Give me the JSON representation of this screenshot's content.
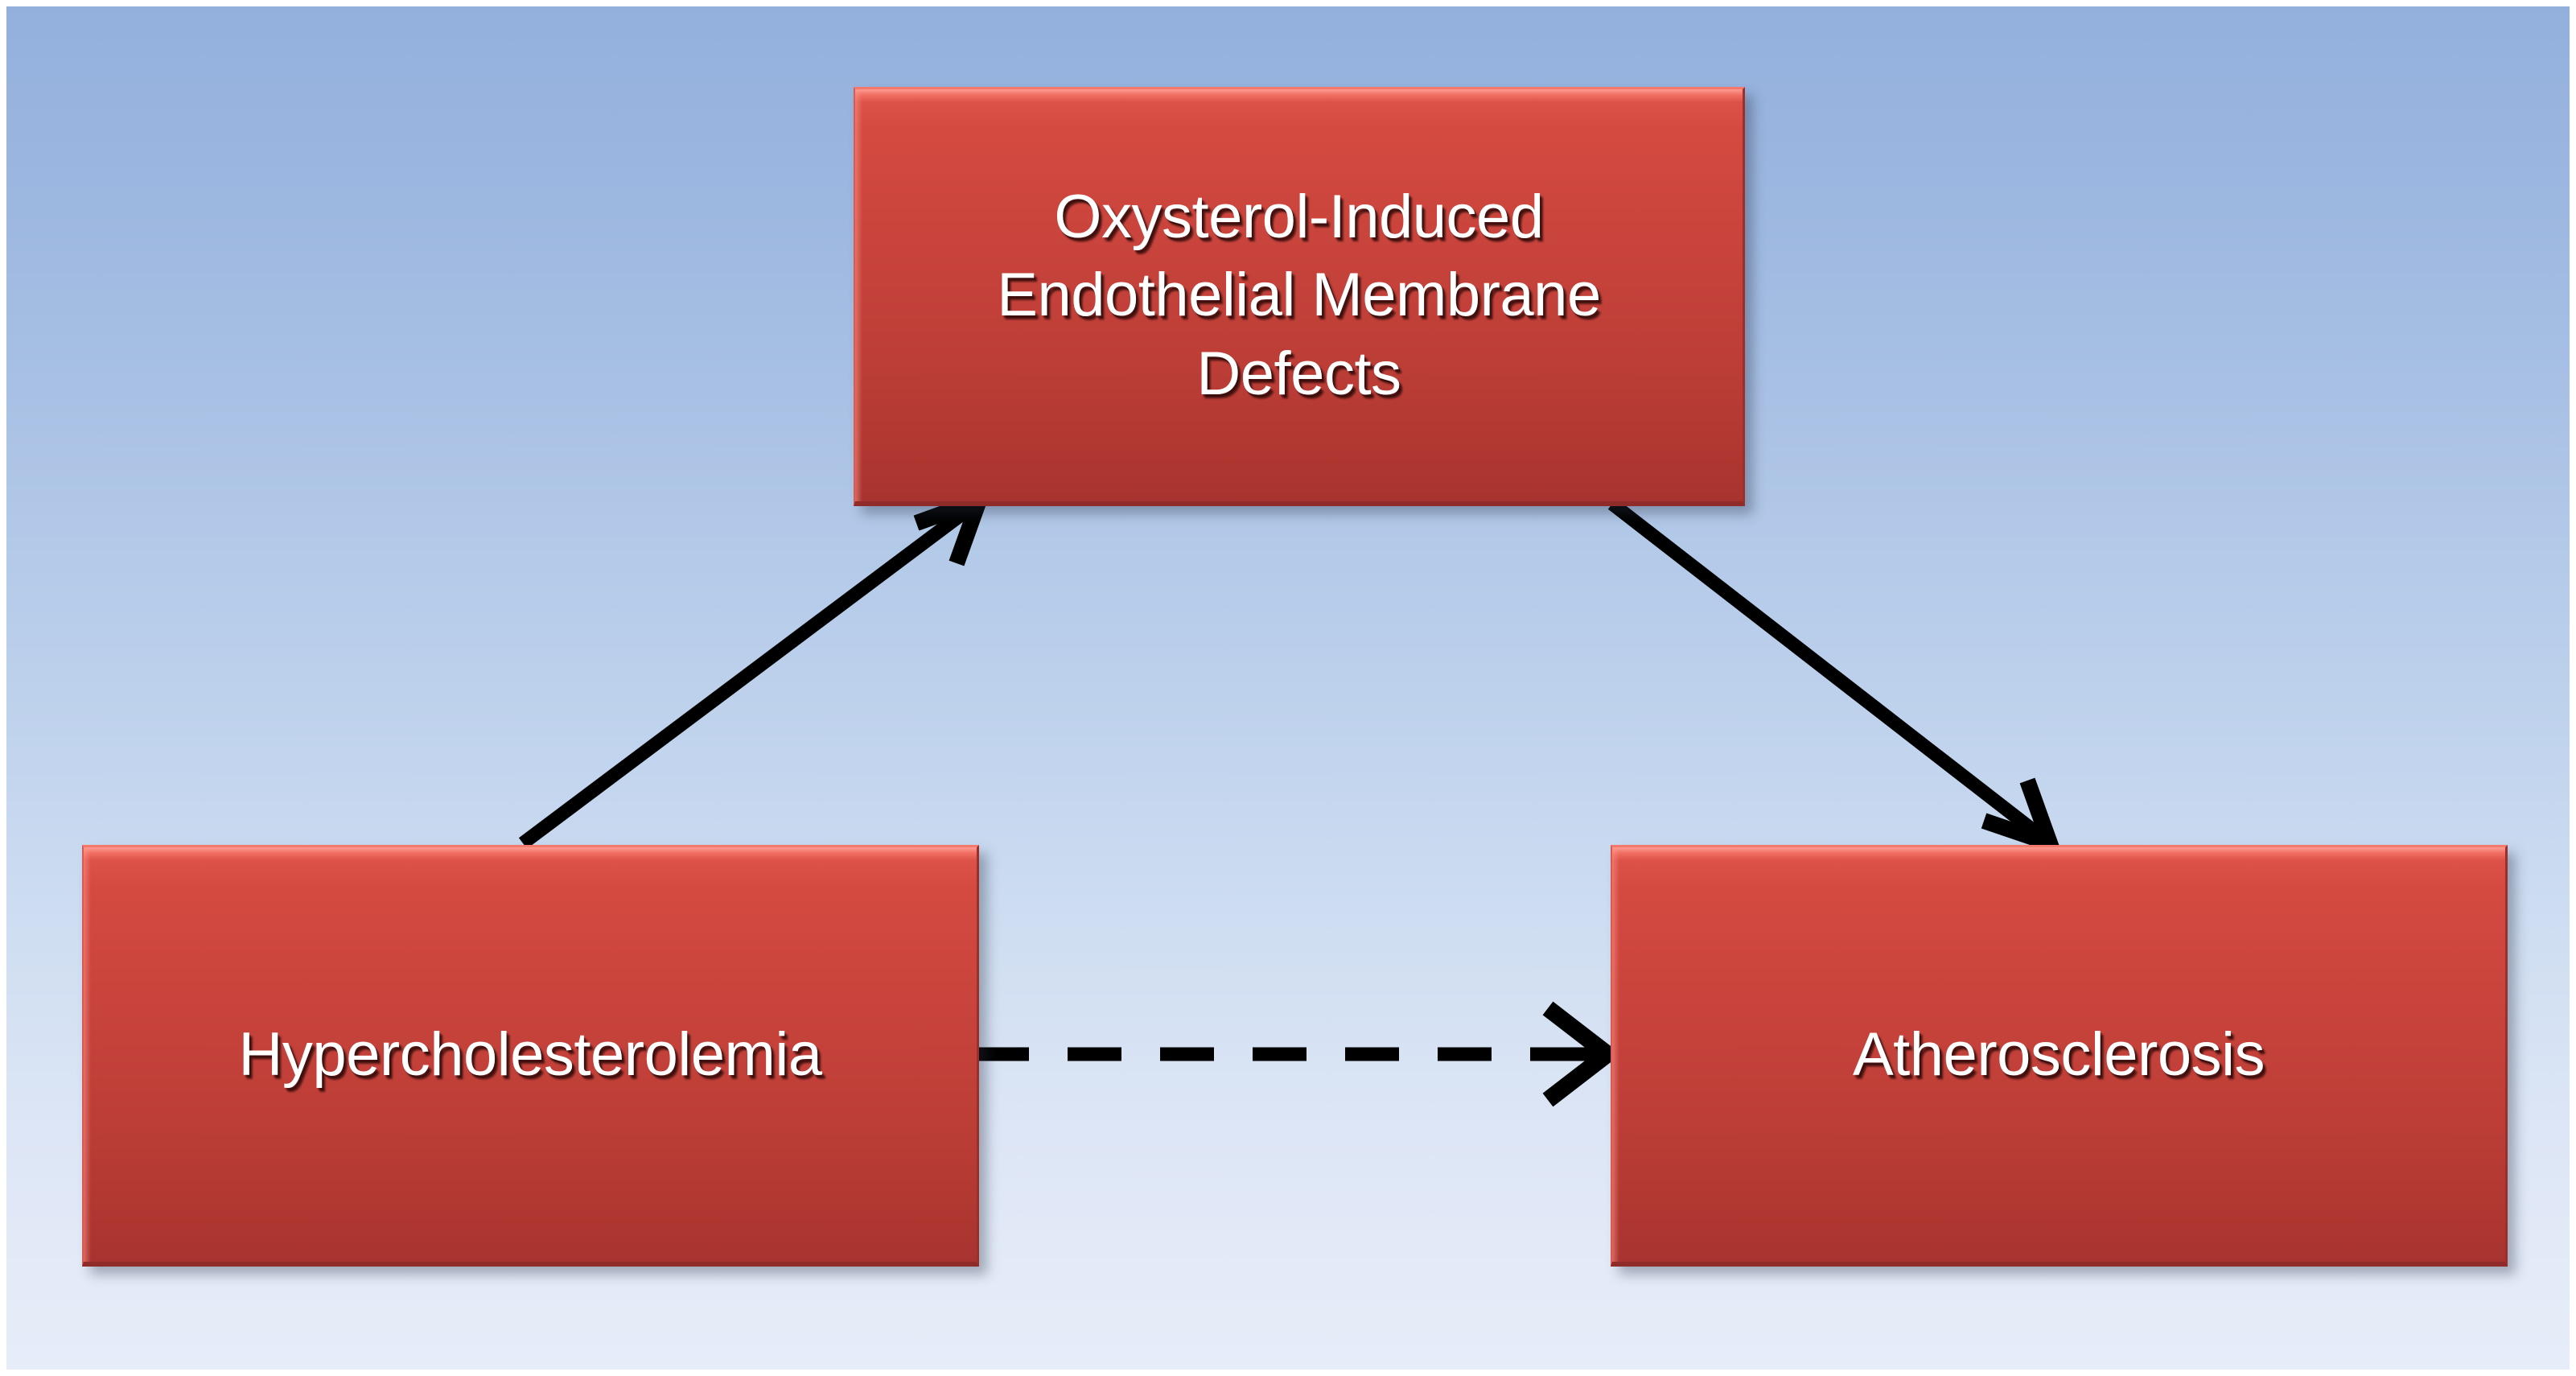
{
  "slide": {
    "background_top_color": "#93b0dd",
    "background_bottom_color": "#e6edf9",
    "frame_color": "#ffffff"
  },
  "diagram": {
    "type": "flowchart",
    "title": "",
    "node_fill_color": "#c9443c",
    "node_text_color": "#ffffff",
    "connector_color": "#000000",
    "nodes": [
      {
        "id": "oxysterol",
        "label": "Oxysterol-Induced\nEndothelial Membrane\nDefects",
        "lines": [
          "Oxysterol-Induced",
          "Endothelial Membrane",
          "Defects"
        ],
        "position": "top-center"
      },
      {
        "id": "hypercholesterolemia",
        "label": "Hypercholesterolemia",
        "lines": [
          "Hypercholesterolemia"
        ],
        "position": "bottom-left"
      },
      {
        "id": "atherosclerosis",
        "label": "Atherosclerosis",
        "lines": [
          "Atherosclerosis"
        ],
        "position": "bottom-right"
      }
    ],
    "connectors": [
      {
        "id": "hyper-to-oxysterol",
        "from": "hypercholesterolemia",
        "to": "oxysterol",
        "style": "solid",
        "arrowhead": "open-v",
        "direction": "up-right"
      },
      {
        "id": "oxysterol-to-athero",
        "from": "oxysterol",
        "to": "atherosclerosis",
        "style": "solid",
        "arrowhead": "open-v",
        "direction": "down-right"
      },
      {
        "id": "hyper-to-athero",
        "from": "hypercholesterolemia",
        "to": "atherosclerosis",
        "style": "dashed",
        "arrowhead": "open-v",
        "direction": "right"
      }
    ]
  }
}
